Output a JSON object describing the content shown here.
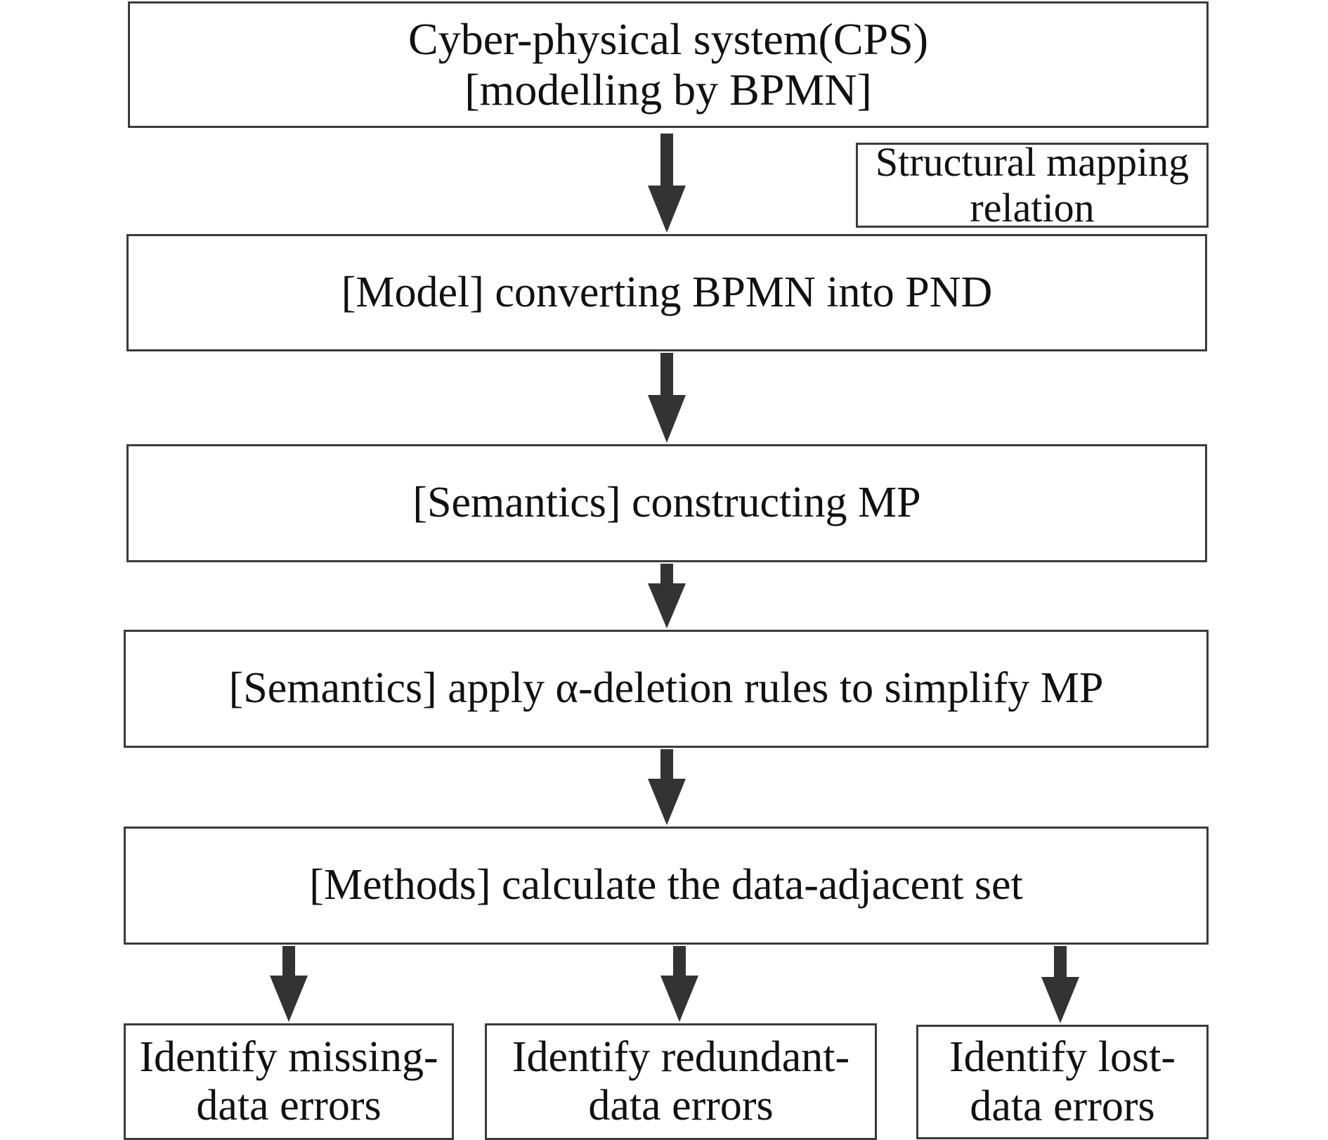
{
  "diagram": {
    "top_box": {
      "line1": "Cyber-physical system(CPS)",
      "line2": "[modelling by BPMN]"
    },
    "side_note": {
      "line1": "Structural mapping",
      "line2": "relation"
    },
    "steps": [
      {
        "label": "[Model] converting BPMN into PND"
      },
      {
        "label": "[Semantics] constructing MP"
      },
      {
        "label": "[Semantics] apply α-deletion rules to simplify MP"
      },
      {
        "label": "[Methods] calculate the data-adjacent set"
      }
    ],
    "outcomes": [
      {
        "line1": "Identify missing-",
        "line2": "data errors"
      },
      {
        "line1": "Identify redundant-",
        "line2": "data errors"
      },
      {
        "line1": "Identify lost-",
        "line2": "data errors"
      }
    ],
    "colors": {
      "border": "#3b3b3b",
      "arrow": "#333333",
      "text": "#111111"
    }
  }
}
